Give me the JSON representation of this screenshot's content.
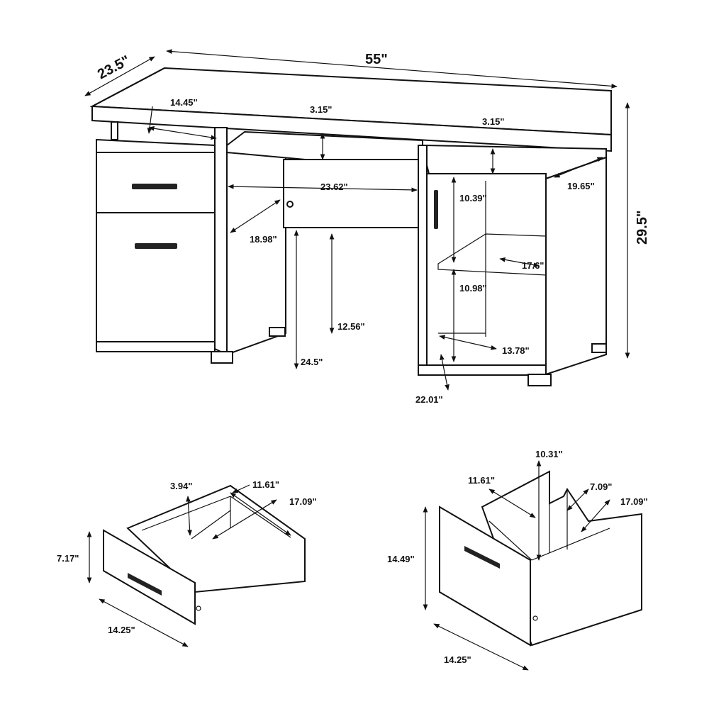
{
  "desk": {
    "depth": "23.5\"",
    "width": "55\"",
    "height": "29.5\"",
    "shelf_width": "14.45\"",
    "riser_left": "3.15\"",
    "riser_right": "3.15\"",
    "keyboard_width": "23.62\"",
    "cabinet_depth": "19.65\"",
    "upper_opening": "10.39\"",
    "keyboard_depth": "18.98\"",
    "shelf_depth": "17.6\"",
    "lower_opening": "10.98\"",
    "knee_height_front": "12.56\"",
    "bottom_depth": "13.78\"",
    "knee_height": "24.5\"",
    "cabinet_height": "22.01\""
  },
  "small_drawer": {
    "inner_height": "3.94\"",
    "inner_width": "11.61\"",
    "inner_depth": "17.09\"",
    "front_height": "7.17\"",
    "front_width": "14.25\""
  },
  "file_drawer": {
    "inner_height": "10.31\"",
    "inner_width": "11.61\"",
    "rail_gap": "7.09\"",
    "inner_depth": "17.09\"",
    "front_height": "14.49\"",
    "front_width": "14.25\""
  }
}
